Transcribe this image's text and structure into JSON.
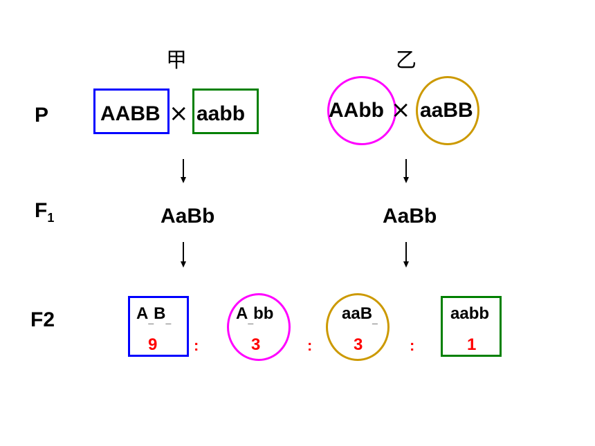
{
  "columns": {
    "left": "甲",
    "right": "乙"
  },
  "generations": {
    "p": "P",
    "f1": "F",
    "f1_sub": "1",
    "f2": "F2"
  },
  "left_cross": {
    "parent1": "AABB",
    "symbol": "×",
    "parent2": "aabb"
  },
  "right_cross": {
    "parent1": "AAbb",
    "symbol": "×",
    "parent2": "aaBB"
  },
  "f1": {
    "left": "AaBb",
    "right": "AaBb"
  },
  "f2": [
    {
      "genotype_base": "A",
      "genotype_mid": "B",
      "genotype_tail": "",
      "ratio": "9"
    },
    {
      "genotype_base": "A",
      "genotype_mid": "bb",
      "ratio": "3"
    },
    {
      "genotype_base": "aaB",
      "ratio": "3"
    },
    {
      "genotype_base": "aabb",
      "ratio": "1"
    }
  ],
  "ratio_separator": ":",
  "colors": {
    "blue": "#0000ff",
    "green": "#008000",
    "magenta": "#ff00ff",
    "gold": "#cc9900",
    "ratio_red": "#ff0000"
  }
}
